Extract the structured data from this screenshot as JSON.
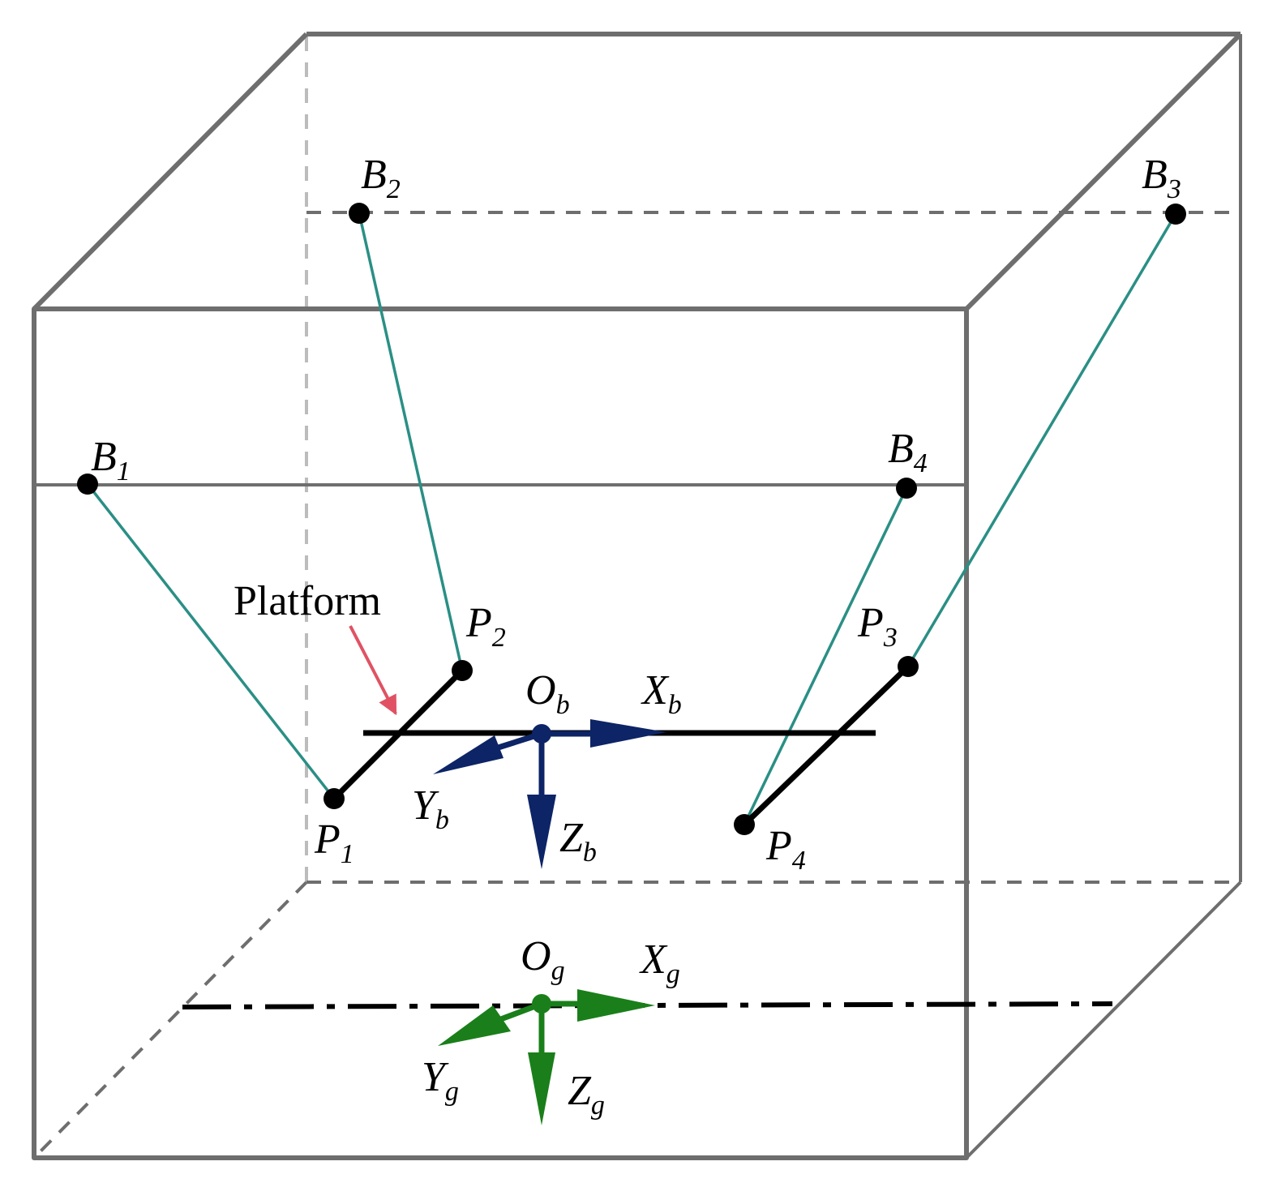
{
  "annotation": {
    "text": "Platform"
  },
  "points": {
    "B1": {
      "letter": "B",
      "sub": "1"
    },
    "B2": {
      "letter": "B",
      "sub": "2"
    },
    "B3": {
      "letter": "B",
      "sub": "3"
    },
    "B4": {
      "letter": "B",
      "sub": "4"
    },
    "P1": {
      "letter": "P",
      "sub": "1"
    },
    "P2": {
      "letter": "P",
      "sub": "2"
    },
    "P3": {
      "letter": "P",
      "sub": "3"
    },
    "P4": {
      "letter": "P",
      "sub": "4"
    }
  },
  "frames": {
    "body": {
      "color": "#0d2466",
      "origin": {
        "letter": "O",
        "sub": "b"
      },
      "x": {
        "letter": "X",
        "sub": "b"
      },
      "y": {
        "letter": "Y",
        "sub": "b"
      },
      "z": {
        "letter": "Z",
        "sub": "b"
      }
    },
    "ground": {
      "color": "#1a7f1a",
      "origin": {
        "letter": "O",
        "sub": "g"
      },
      "x": {
        "letter": "X",
        "sub": "g"
      },
      "y": {
        "letter": "Y",
        "sub": "g"
      },
      "z": {
        "letter": "Z",
        "sub": "g"
      }
    }
  },
  "colors": {
    "frame": "#6e6e6e",
    "cable": "#2a8f85",
    "platform": "#000000",
    "annotation_arrow": "#e05263"
  }
}
